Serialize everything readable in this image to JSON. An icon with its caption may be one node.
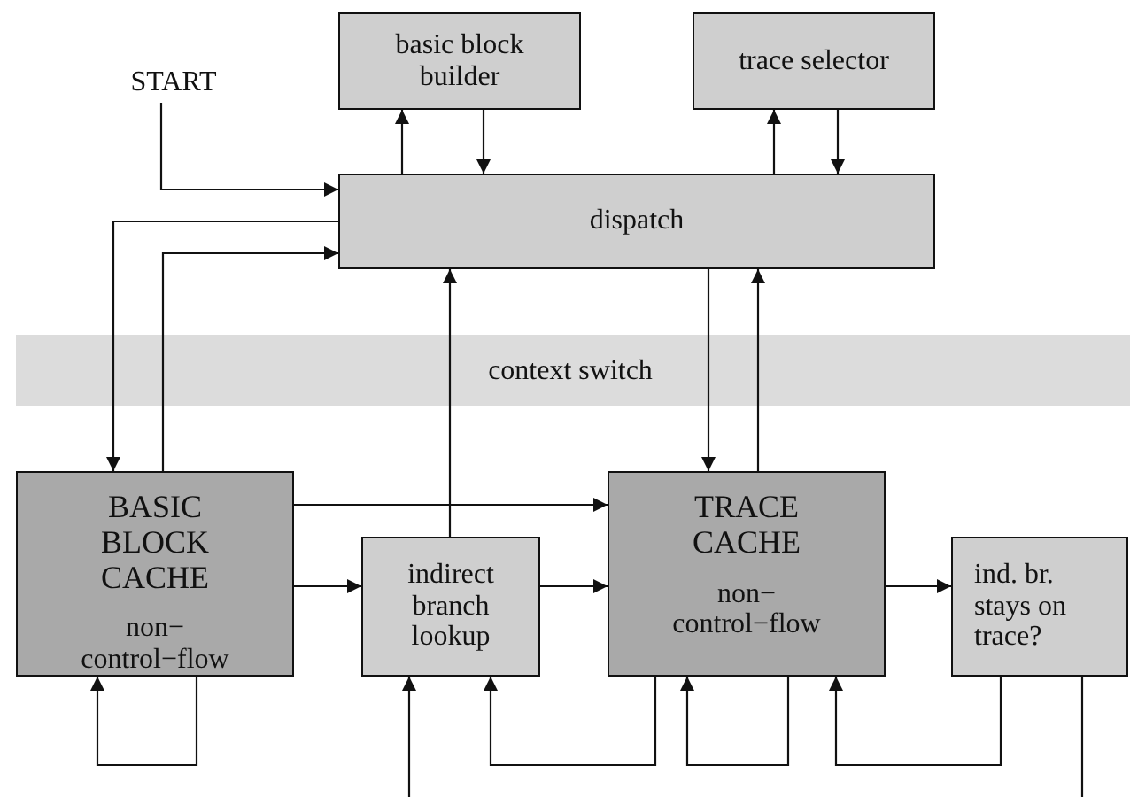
{
  "diagram": {
    "nodes": [
      {
        "text": [
          "START"
        ]
      },
      {
        "text": [
          "basic block builder"
        ]
      },
      {
        "text": [
          "trace selector"
        ]
      },
      {
        "text": [
          "dispatch"
        ]
      },
      {
        "text": [
          "BASIC BLOCK CACHE",
          "non− control−flow"
        ]
      },
      {
        "text": [
          "indirect branch lookup"
        ]
      },
      {
        "text": [
          "TRACE CACHE",
          "non− control−flow"
        ]
      },
      {
        "text": [
          "ind. br. stays on trace?"
        ]
      }
    ],
    "edges": [
      {
        "from": 0,
        "to": 3,
        "arrow": "to"
      },
      {
        "from": 3,
        "to": 1,
        "arrow": "to"
      },
      {
        "from": 1,
        "to": 3,
        "arrow": "to"
      },
      {
        "from": 3,
        "to": 2,
        "arrow": "to"
      },
      {
        "from": 2,
        "to": 3,
        "arrow": "to"
      },
      {
        "from": 3,
        "to": 4,
        "arrow": "to"
      },
      {
        "from": 4,
        "to": 3,
        "arrow": "to"
      },
      {
        "from": 5,
        "to": 3,
        "arrow": "to"
      },
      {
        "from": 3,
        "to": 6,
        "arrow": "to"
      },
      {
        "from": 6,
        "to": 3,
        "arrow": "to"
      },
      {
        "from": 4,
        "to": 6,
        "arrow": "to"
      },
      {
        "from": 4,
        "to": 5,
        "arrow": "to"
      },
      {
        "from": 5,
        "to": 6,
        "arrow": "to"
      },
      {
        "from": 6,
        "to": 7,
        "arrow": "to"
      },
      {
        "from": 4,
        "to": 4,
        "arrow": "to"
      },
      {
        "from": null,
        "to": 5,
        "arrow": "to"
      },
      {
        "from": 6,
        "to": 5,
        "arrow": "to"
      },
      {
        "from": 6,
        "to": 6,
        "arrow": "to"
      },
      {
        "from": 7,
        "to": 6,
        "arrow": "to"
      },
      {
        "from": 7,
        "to": null,
        "arrow": "none"
      }
    ],
    "labels": [
      "context switch"
    ]
  }
}
